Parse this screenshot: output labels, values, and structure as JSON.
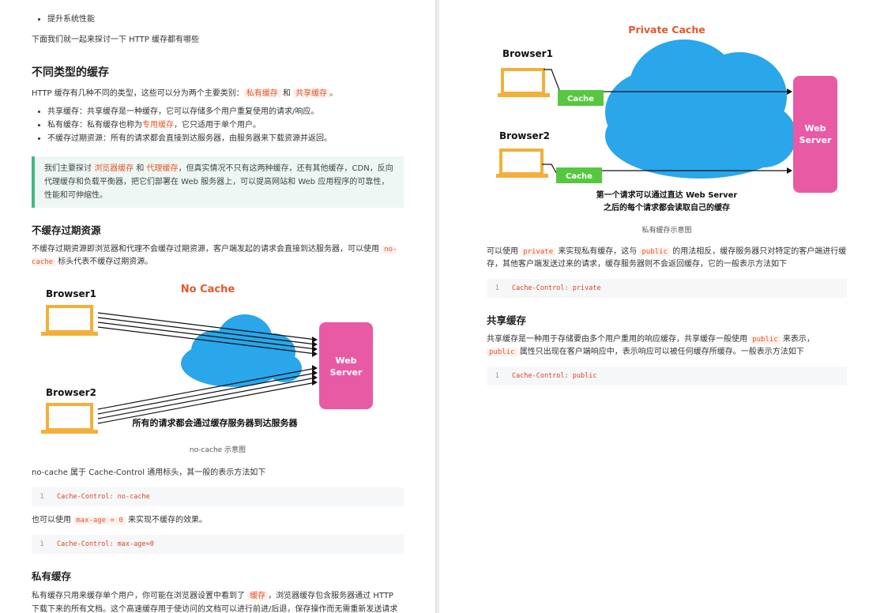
{
  "left": {
    "bullet_top": "提升系统性能",
    "intro": "下面我们就一起来探讨一下 HTTP 缓存都有哪些",
    "section1_title": "不同类型的缓存",
    "section1_para_prefix": "HTTP 缓存有几种不同的类型，这些可以分为两个主要类别：",
    "section1_private": "私有缓存",
    "section1_and": "和",
    "section1_shared": "共享缓存",
    "section1_para_suffix": "。",
    "bullets": [
      {
        "text": "共享缓存：共享缓存是一种缓存，它可以存储多个用户重复使用的请求/响应。"
      },
      {
        "prefix": "私有缓存：私有缓存也称为",
        "highlight": "专用缓存",
        "suffix": "，它只适用于单个用户。"
      },
      {
        "text": "不缓存过期资源：所有的请求都会直接到达服务器，由服务器来下载资源并返回。"
      }
    ],
    "tip_prefix": "我们主要探讨",
    "tip_browser": "浏览器缓存",
    "tip_and": "和",
    "tip_proxy": "代理缓存",
    "tip_suffix": "，但真实情况不只有这两种缓存，还有其他缓存，CDN，反向代理缓存和负载平衡器，把它们部署在 Web 服务器上，可以提高网站和 Web 应用程序的可靠性，性能和可伸缩性。",
    "section2_title": "不缓存过期资源",
    "section2_para1": "不缓存过期资源即浏览器和代理不会缓存过期资源，客户端发起的请求会直接到达服务器，可以使用",
    "section2_code": "no-cache",
    "section2_para2": "标头代表不缓存过期资源。",
    "diagram1": {
      "title": "No Cache",
      "browser1": "Browser1",
      "browser2": "Browser2",
      "server_line1": "Web",
      "server_line2": "Server",
      "note": "所有的请求都会通过缓存服务器到达服务器"
    },
    "diagram1_caption": "no-cache 示意图",
    "nocache_para": "no-cache 属于 Cache-Control 通用标头，其一般的表示方法如下",
    "code1": {
      "line": "1",
      "text": "Cache-Control: no-cache"
    },
    "maxage_prefix": "也可以使用",
    "maxage_code": "max-age = 0",
    "maxage_suffix": "来实现不缓存的效果。",
    "code2": {
      "line": "1",
      "text": "Cache-Control: max-age=0"
    },
    "section3_title": "私有缓存",
    "section3_prefix": "私有缓存只用来缓存单个用户，你可能在浏览器设置中看到了",
    "section3_highlight": "缓存",
    "section3_suffix": "，浏览器缓存包含服务器通过 HTTP 下载下来的所有文档。这个高速缓存用于使访问的文档可以进行前进/后退，保存操作而无需重新发送请求到源服务器。"
  },
  "right": {
    "diagram2": {
      "title": "Private Cache",
      "browser1": "Browser1",
      "browser2": "Browser2",
      "cache_label": "Cache",
      "server_line1": "Web",
      "server_line2": "Server",
      "note_line1": "第一个请求可以通过直达 Web Server",
      "note_line2": "之后的每个请求都会读取自己的缓存"
    },
    "diagram2_caption": "私有缓存示意图",
    "private_prefix": "可以使用",
    "private_code1": "private",
    "private_mid": "来实现私有缓存，这与",
    "private_code2": "public",
    "private_suffix": "的用法相反，缓存服务器只对特定的客户端进行缓存，其他客户端发送过来的请求，缓存服务器则不会返回缓存，它的一般表示方法如下",
    "code3": {
      "line": "1",
      "text": "Cache-Control: private"
    },
    "section4_title": "共享缓存",
    "shared_prefix": "共享缓存是一种用于存储要由多个用户重用的响应缓存，共享缓存一般使用",
    "shared_code1": "public",
    "shared_mid1": "来表示，",
    "shared_code2": "public",
    "shared_suffix": "属性只出现在客户端响应中，表示响应可以被任何缓存所缓存。一般表示方法如下",
    "code4": {
      "line": "1",
      "text": "Cache-Control: public"
    }
  },
  "colors": {
    "accent_red": "#e2582c",
    "cloud_blue": "#2aa6ea",
    "server_pink": "#e95aa4",
    "laptop_yellow": "#f2b03a",
    "cache_green": "#57c742",
    "tip_green": "#42b983"
  }
}
